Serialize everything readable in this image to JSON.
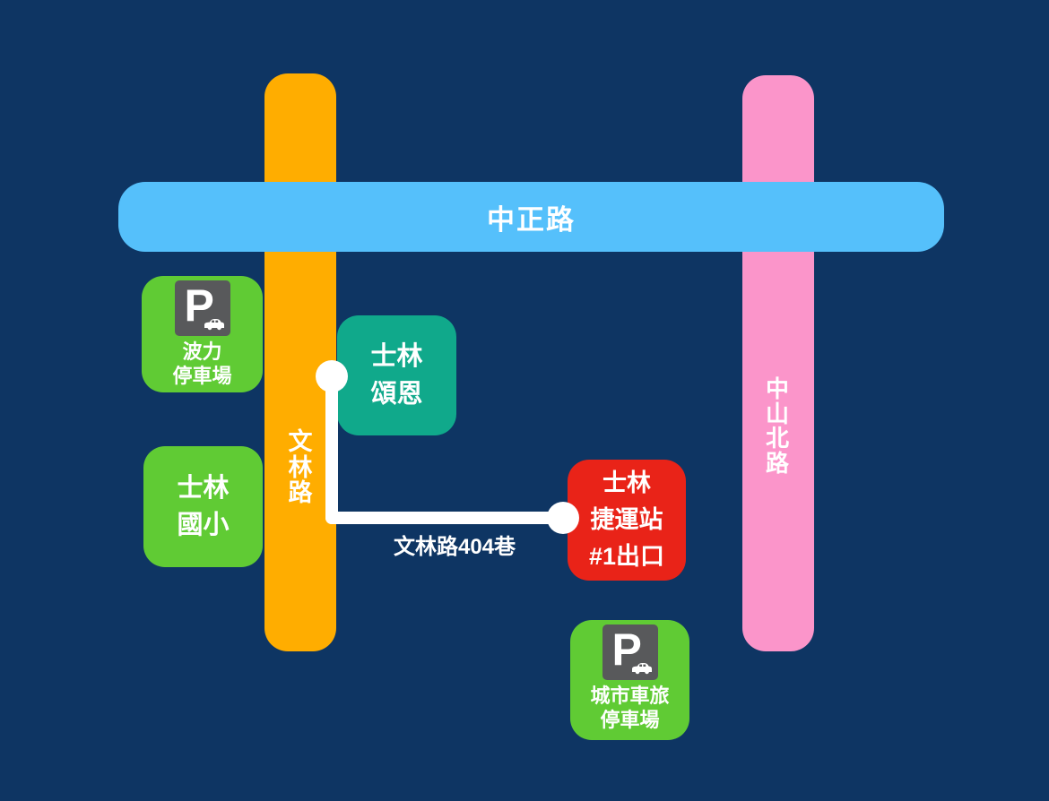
{
  "map": {
    "background_color": "#0E3563",
    "roads": {
      "wenlin": {
        "label": "文林路",
        "color": "#FFAD00",
        "orientation": "vertical"
      },
      "zhongzheng": {
        "label": "中正路",
        "color": "#55C0FB",
        "orientation": "horizontal"
      },
      "zhongshan_north": {
        "label": "中山北路",
        "color": "#FB95CA",
        "orientation": "vertical"
      }
    },
    "route": {
      "label": "文林路404巷",
      "color": "#FFFFFF"
    },
    "places": {
      "poli_parking": {
        "line1": "波力",
        "line2": "停車場",
        "color": "#60CB34",
        "icon": "parking"
      },
      "shilin_elementary": {
        "line1": "士林",
        "line2": "國小",
        "color": "#60CB34"
      },
      "shilin_songen": {
        "line1": "士林",
        "line2": "頌恩",
        "color": "#10A98B"
      },
      "shilin_mrt_exit": {
        "line1": "士林",
        "line2": "捷運站",
        "line3": "#1出口",
        "color": "#E92318"
      },
      "city_car_parking": {
        "line1": "城市車旅",
        "line2": "停車場",
        "color": "#60CB34",
        "icon": "parking"
      }
    },
    "parking_icon": {
      "letter": "P",
      "bg": "#58595B"
    }
  }
}
